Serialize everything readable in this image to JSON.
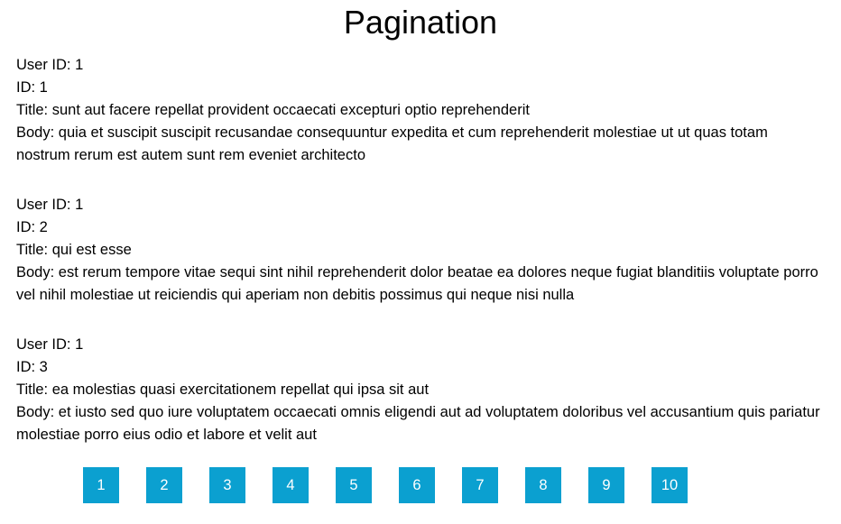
{
  "page": {
    "title": "Pagination"
  },
  "posts": [
    {
      "user_id": "User ID: 1",
      "id": "ID: 1",
      "title": "Title: sunt aut facere repellat provident occaecati excepturi optio reprehenderit",
      "body": "Body: quia et suscipit suscipit recusandae consequuntur expedita et cum reprehenderit molestiae ut ut quas totam nostrum rerum est autem sunt rem eveniet architecto"
    },
    {
      "user_id": "User ID: 1",
      "id": "ID: 2",
      "title": "Title: qui est esse",
      "body": "Body: est rerum tempore vitae sequi sint nihil reprehenderit dolor beatae ea dolores neque fugiat blanditiis voluptate porro vel nihil molestiae ut reiciendis qui aperiam non debitis possimus qui neque nisi nulla"
    },
    {
      "user_id": "User ID: 1",
      "id": "ID: 3",
      "title": "Title: ea molestias quasi exercitationem repellat qui ipsa sit aut",
      "body": "Body: et iusto sed quo iure voluptatem occaecati omnis eligendi aut ad voluptatem doloribus vel accusantium quis pariatur molestiae porro eius odio et labore et velit aut"
    }
  ],
  "pagination": {
    "pages": [
      "1",
      "2",
      "3",
      "4",
      "5",
      "6",
      "7",
      "8",
      "9",
      "10"
    ],
    "button_color": "#0ba0d0",
    "button_text_color": "#ffffff"
  }
}
